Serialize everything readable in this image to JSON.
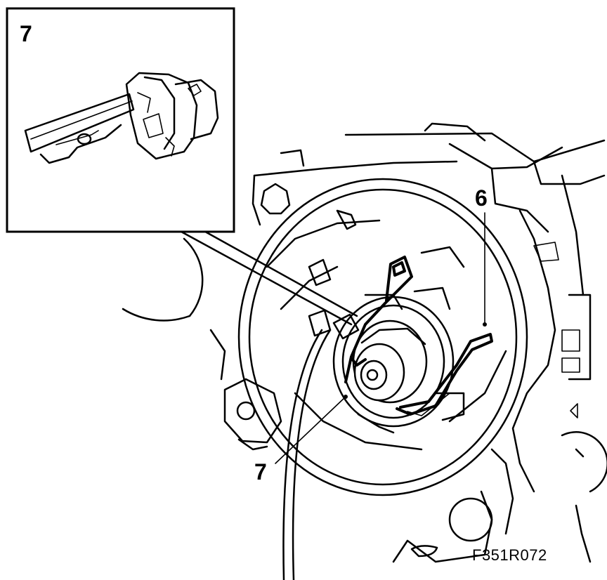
{
  "figure": {
    "inset_label": "7",
    "callouts": {
      "spring_clip": "6",
      "bulb": "7"
    },
    "figure_code": "F351R072",
    "colors": {
      "line": "#000000",
      "background": "#ffffff"
    }
  }
}
